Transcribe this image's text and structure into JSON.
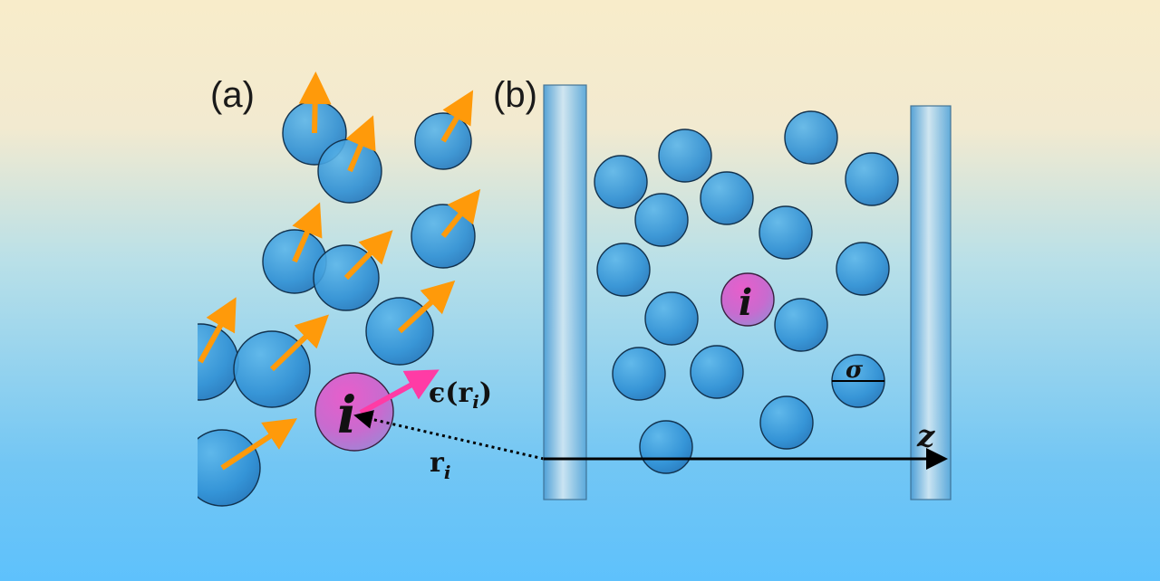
{
  "panel_a": {
    "label": "(a)",
    "particle_label": "i",
    "orientation_label": "ϵ(r",
    "orientation_label_sub": "i",
    "orientation_label_close": ")",
    "position_label": "r",
    "position_label_sub": "i"
  },
  "panel_b": {
    "label": "(b)",
    "particle_label": "i",
    "diameter_label": "σ",
    "axis_label": "z"
  },
  "colors": {
    "background_top": "#f8ecca",
    "background_bottom": "#5ec1fc",
    "particle_blue": "#2e8fd4",
    "tagged_particle": "#d85fc4",
    "orientation_arrow": "#ff9a0a",
    "epsilon_arrow": "#ff3ba5",
    "wall": "#8ec2e2"
  }
}
